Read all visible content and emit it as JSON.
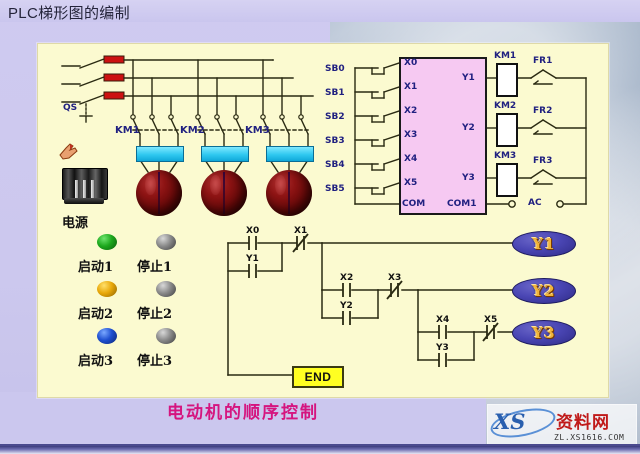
{
  "header": {
    "title": "PLC梯形图的编制"
  },
  "footer": {
    "title": "电动机的顺序控制",
    "watermark": {
      "logo_text": "XS",
      "brand": "资料网",
      "url": "ZL.XS1616.COM"
    }
  },
  "power_circuit": {
    "disconnect_label": "QS",
    "contactors": [
      "KM1",
      "KM2",
      "KM3"
    ],
    "motor_count": 3
  },
  "control_panel": {
    "power_label": "电源",
    "buttons": [
      {
        "label": "启动1",
        "color": "#1da81d",
        "kind": "start"
      },
      {
        "label": "停止1",
        "color": "#8a8a8a",
        "kind": "stop"
      },
      {
        "label": "启动2",
        "color": "#e8a80a",
        "kind": "start"
      },
      {
        "label": "停止2",
        "color": "#8a8a8a",
        "kind": "stop"
      },
      {
        "label": "启动3",
        "color": "#1e4fd0",
        "kind": "start"
      },
      {
        "label": "停止3",
        "color": "#8a8a8a",
        "kind": "stop"
      }
    ]
  },
  "plc": {
    "inputs_external": [
      "SB0",
      "SB1",
      "SB2",
      "SB3",
      "SB4",
      "SB5"
    ],
    "input_terminals": [
      "X0",
      "X1",
      "X2",
      "X3",
      "X4",
      "X5"
    ],
    "input_common": "COM",
    "output_terminals": [
      "Y1",
      "Y2",
      "Y3"
    ],
    "output_common": "COM1",
    "output_coils": [
      "KM1",
      "KM2",
      "KM3"
    ],
    "overloads": [
      "FR1",
      "FR2",
      "FR3"
    ],
    "supply_label": "AC",
    "body_color": "#f6c9f2"
  },
  "ladder": {
    "end_label": "END",
    "rungs": [
      {
        "output": "Y1",
        "contacts": [
          {
            "tag": "X0",
            "type": "NO"
          },
          {
            "tag": "Y1",
            "type": "NO",
            "branch": "parallel"
          },
          {
            "tag": "X1",
            "type": "NC"
          }
        ]
      },
      {
        "output": "Y2",
        "contacts": [
          {
            "tag": "X2",
            "type": "NO"
          },
          {
            "tag": "Y2",
            "type": "NO",
            "branch": "parallel"
          },
          {
            "tag": "X3",
            "type": "NC"
          }
        ]
      },
      {
        "output": "Y3",
        "contacts": [
          {
            "tag": "X4",
            "type": "NO"
          },
          {
            "tag": "Y3",
            "type": "NO",
            "branch": "parallel"
          },
          {
            "tag": "X5",
            "type": "NC"
          }
        ]
      }
    ]
  }
}
